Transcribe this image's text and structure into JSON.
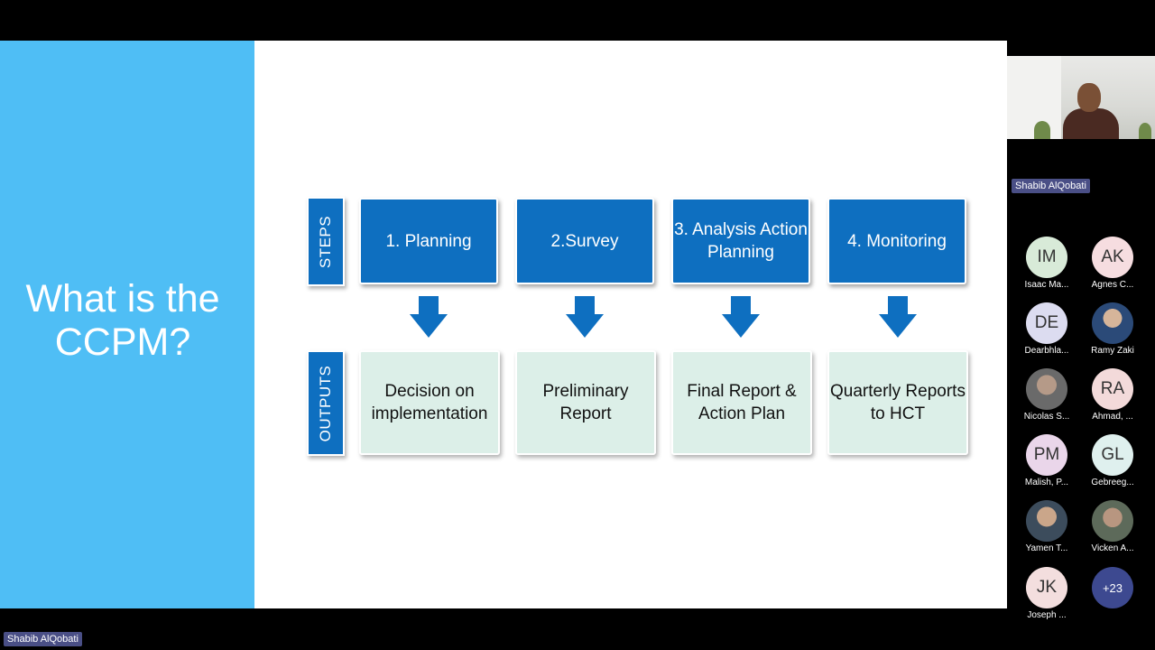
{
  "slide": {
    "title": "What is the CCPM?",
    "steps_label": "STEPS",
    "outputs_label": "OUTPUTS",
    "steps": [
      "1. Planning",
      "2.Survey",
      "3. Analysis Action Planning",
      "4. Monitoring"
    ],
    "outputs": [
      "Decision on implementation",
      "Preliminary Report",
      "Final Report & Action Plan",
      "Quarterly Reports to HCT"
    ]
  },
  "meeting": {
    "presenter_name": "Shabib AlQobati",
    "bottom_name_tag": "Shabib AlQobati",
    "participants": [
      {
        "initials": "IM",
        "name": "Isaac Ma...",
        "color": "#d8ead8"
      },
      {
        "initials": "AK",
        "name": "Agnes C...",
        "color": "#f6dde0"
      },
      {
        "initials": "DE",
        "name": "Dearbhla...",
        "color": "#dcdcf0"
      },
      {
        "initials": "",
        "name": "Ramy Zaki",
        "color": "#2b4a78"
      },
      {
        "initials": "",
        "name": "Nicolas S...",
        "color": "#6a6a6a"
      },
      {
        "initials": "RA",
        "name": "Ahmad, ...",
        "color": "#f3dada"
      },
      {
        "initials": "PM",
        "name": "Malish, P...",
        "color": "#ead6ea"
      },
      {
        "initials": "GL",
        "name": "Gebreeg...",
        "color": "#dff0ee"
      },
      {
        "initials": "",
        "name": "Yamen T...",
        "color": "#555555"
      },
      {
        "initials": "",
        "name": "Vicken A...",
        "color": "#5d6a5a"
      },
      {
        "initials": "JK",
        "name": "Joseph ...",
        "color": "#f3dede"
      }
    ],
    "more_count": "+23"
  }
}
